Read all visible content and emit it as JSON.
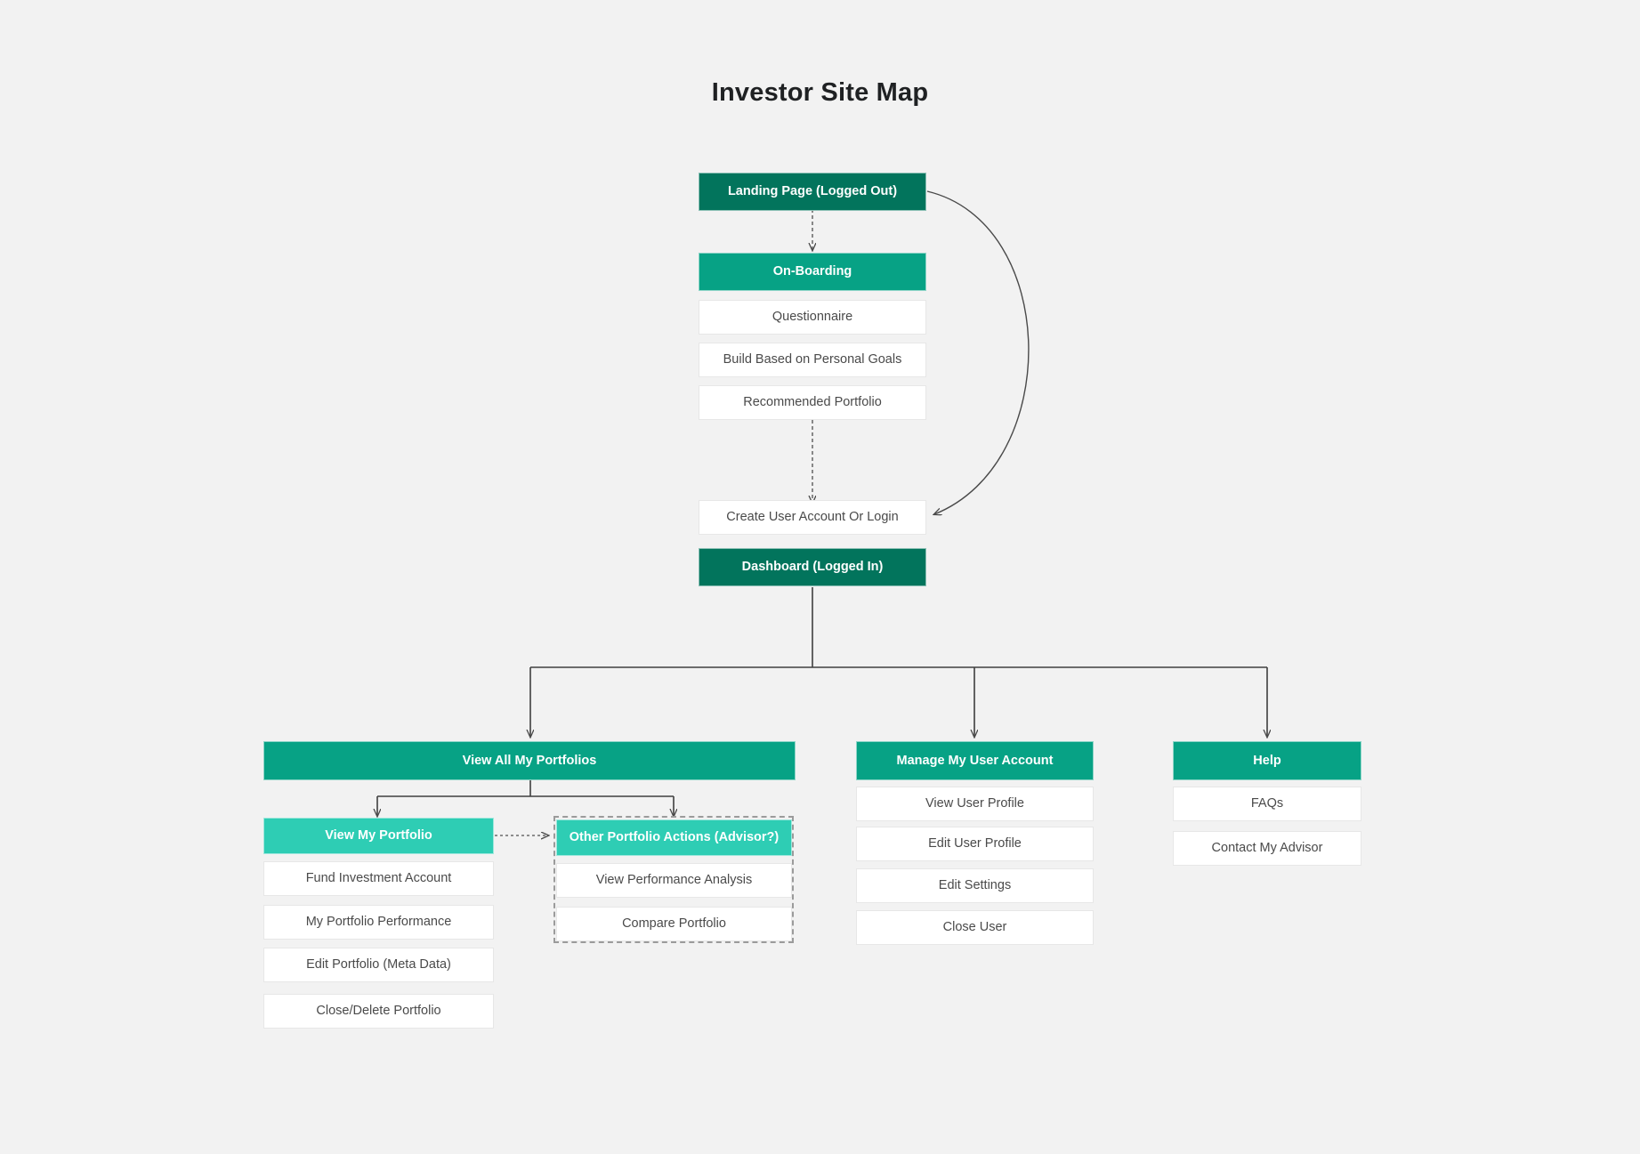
{
  "title": "Investor Site Map",
  "colors": {
    "background": "#f2f2f2",
    "header_dark_green": "#02745c",
    "header_mid_green": "#07a285",
    "header_light_teal": "#2ecdb4",
    "leaf_white": "#ffffff",
    "edge_gray": "#4a4a4a",
    "dashed_group": "#9b9b9b",
    "title_text": "#1f2123"
  },
  "chart_data": {
    "type": "diagram",
    "title": "Investor Site Map",
    "nodes": [
      {
        "id": "landing",
        "label": "Landing Page (Logged Out)",
        "style": "header-dark"
      },
      {
        "id": "onboarding",
        "label": "On-Boarding",
        "style": "header-mid"
      },
      {
        "id": "questionnaire",
        "label": "Questionnaire",
        "style": "leaf"
      },
      {
        "id": "build-goals",
        "label": "Build Based on Personal Goals",
        "style": "leaf"
      },
      {
        "id": "recommended",
        "label": "Recommended Portfolio",
        "style": "leaf"
      },
      {
        "id": "create-login",
        "label": "Create User Account Or Login",
        "style": "leaf"
      },
      {
        "id": "dashboard",
        "label": "Dashboard (Logged In)",
        "style": "header-dark"
      },
      {
        "id": "view-all",
        "label": "View All My Portfolios",
        "style": "header-mid"
      },
      {
        "id": "view-my",
        "label": "View My Portfolio",
        "style": "header-light"
      },
      {
        "id": "fund-account",
        "label": "Fund Investment Account",
        "style": "leaf"
      },
      {
        "id": "my-performance",
        "label": "My Portfolio Performance",
        "style": "leaf"
      },
      {
        "id": "edit-portfolio",
        "label": "Edit Portfolio (Meta Data)",
        "style": "leaf"
      },
      {
        "id": "close-portfolio",
        "label": "Close/Delete Portfolio",
        "style": "leaf"
      },
      {
        "id": "other-actions",
        "label": "Other Portfolio Actions (Advisor?)",
        "style": "header-light"
      },
      {
        "id": "view-perf",
        "label": "View Performance Analysis",
        "style": "leaf"
      },
      {
        "id": "compare",
        "label": "Compare Portfolio",
        "style": "leaf"
      },
      {
        "id": "manage-account",
        "label": "Manage My User Account",
        "style": "header-mid"
      },
      {
        "id": "view-profile",
        "label": "View User Profile",
        "style": "leaf"
      },
      {
        "id": "edit-profile",
        "label": "Edit User Profile",
        "style": "leaf"
      },
      {
        "id": "edit-settings",
        "label": "Edit Settings",
        "style": "leaf"
      },
      {
        "id": "close-user",
        "label": "Close User",
        "style": "leaf"
      },
      {
        "id": "help",
        "label": "Help",
        "style": "header-mid"
      },
      {
        "id": "faqs",
        "label": "FAQs",
        "style": "leaf"
      },
      {
        "id": "contact-advisor",
        "label": "Contact My Advisor",
        "style": "leaf"
      }
    ],
    "edges": [
      {
        "from": "landing",
        "to": "onboarding",
        "style": "dashed-down-arrow"
      },
      {
        "from": "recommended",
        "to": "create-login",
        "style": "dashed-down-arrow"
      },
      {
        "from": "landing",
        "to": "create-login",
        "style": "solid-curve-arrow"
      },
      {
        "from": "dashboard",
        "to": "view-all",
        "style": "solid-tree-arrow"
      },
      {
        "from": "dashboard",
        "to": "manage-account",
        "style": "solid-tree-arrow"
      },
      {
        "from": "dashboard",
        "to": "help",
        "style": "solid-tree-arrow"
      },
      {
        "from": "view-all",
        "to": "view-my",
        "style": "solid-tree-arrow"
      },
      {
        "from": "view-all",
        "to": "other-actions",
        "style": "solid-tree-arrow"
      },
      {
        "from": "view-my",
        "to": "other-actions",
        "style": "dotted-right-arrow"
      }
    ],
    "groups": [
      {
        "id": "advisor-group",
        "label": "",
        "border": "dashed",
        "members": [
          "other-actions",
          "view-perf",
          "compare"
        ]
      }
    ],
    "legend": [],
    "grid": false
  },
  "flow": {
    "landing": {
      "label": "Landing Page (Logged Out)"
    },
    "onboarding": {
      "label": "On-Boarding"
    },
    "questionnaire": {
      "label": "Questionnaire"
    },
    "build_goals": {
      "label": "Build Based on Personal Goals"
    },
    "recommended": {
      "label": "Recommended Portfolio"
    },
    "create_login": {
      "label": "Create User Account Or Login"
    },
    "dashboard": {
      "label": "Dashboard (Logged In)"
    }
  },
  "branches": {
    "portfolios": {
      "head": "View All My Portfolios",
      "left": {
        "head": "View My Portfolio",
        "items": [
          "Fund Investment Account",
          "My Portfolio Performance",
          "Edit Portfolio (Meta Data)",
          "Close/Delete Portfolio"
        ]
      },
      "right": {
        "head": "Other Portfolio Actions (Advisor?)",
        "items": [
          "View Performance Analysis",
          "Compare Portfolio"
        ]
      }
    },
    "account": {
      "head": "Manage My User Account",
      "items": [
        "View User Profile",
        "Edit User Profile",
        "Edit Settings",
        "Close User"
      ]
    },
    "help": {
      "head": "Help",
      "items": [
        "FAQs",
        "Contact My Advisor"
      ]
    }
  }
}
